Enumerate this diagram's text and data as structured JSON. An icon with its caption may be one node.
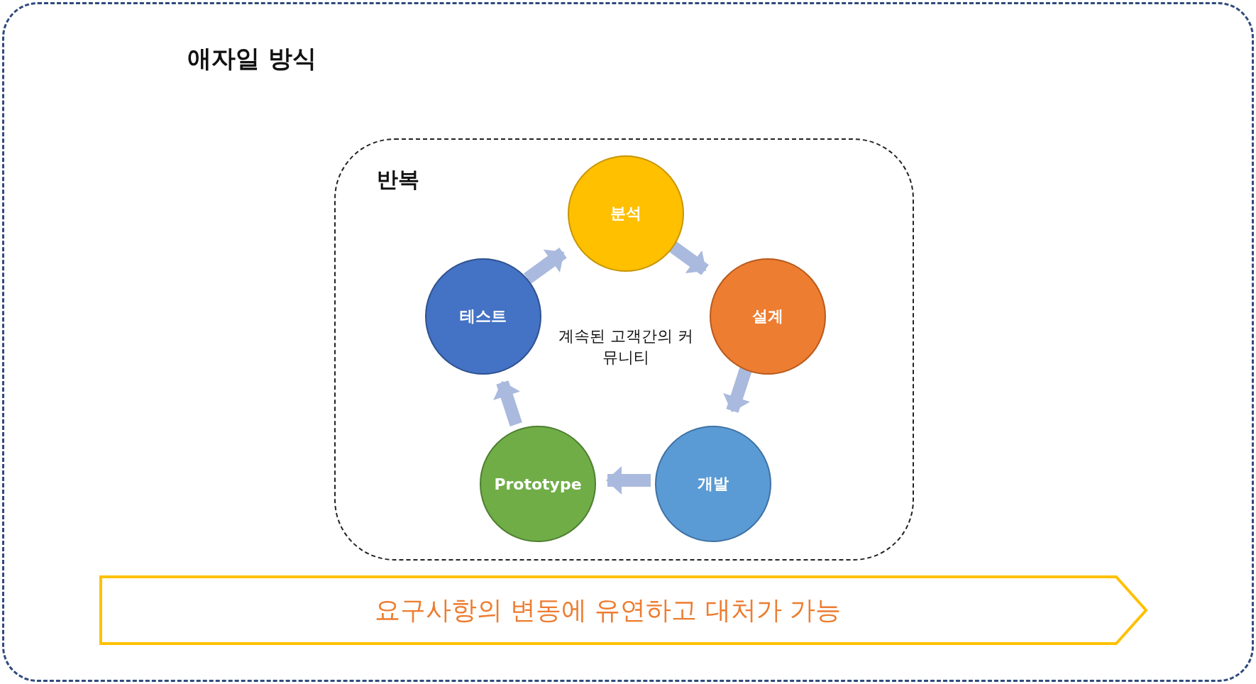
{
  "diagram": {
    "nodes": [
      {
        "text": [
          "애자일 방식"
        ]
      },
      {
        "text": [
          "반복"
        ],
        "in": 0
      },
      {
        "text": [
          "분석"
        ],
        "in": 1
      },
      {
        "text": [
          "설계"
        ],
        "in": 1
      },
      {
        "text": [
          "개발"
        ],
        "in": 1
      },
      {
        "text": [
          "Prototype"
        ],
        "in": 1
      },
      {
        "text": [
          "테스트"
        ],
        "in": 1
      },
      {
        "text": [
          "요구사항의 변동에 유연하고 대처가 가능"
        ],
        "in": 0
      }
    ],
    "edges": [
      {
        "from": 2,
        "to": 3,
        "arrow": "to"
      },
      {
        "from": 3,
        "to": 4,
        "arrow": "to"
      },
      {
        "from": 4,
        "to": 5,
        "arrow": "to"
      },
      {
        "from": 5,
        "to": 6,
        "arrow": "to"
      },
      {
        "from": 6,
        "to": 2,
        "arrow": "to"
      }
    ],
    "labels": [
      "계속된 고객간의 커뮤니티"
    ]
  }
}
